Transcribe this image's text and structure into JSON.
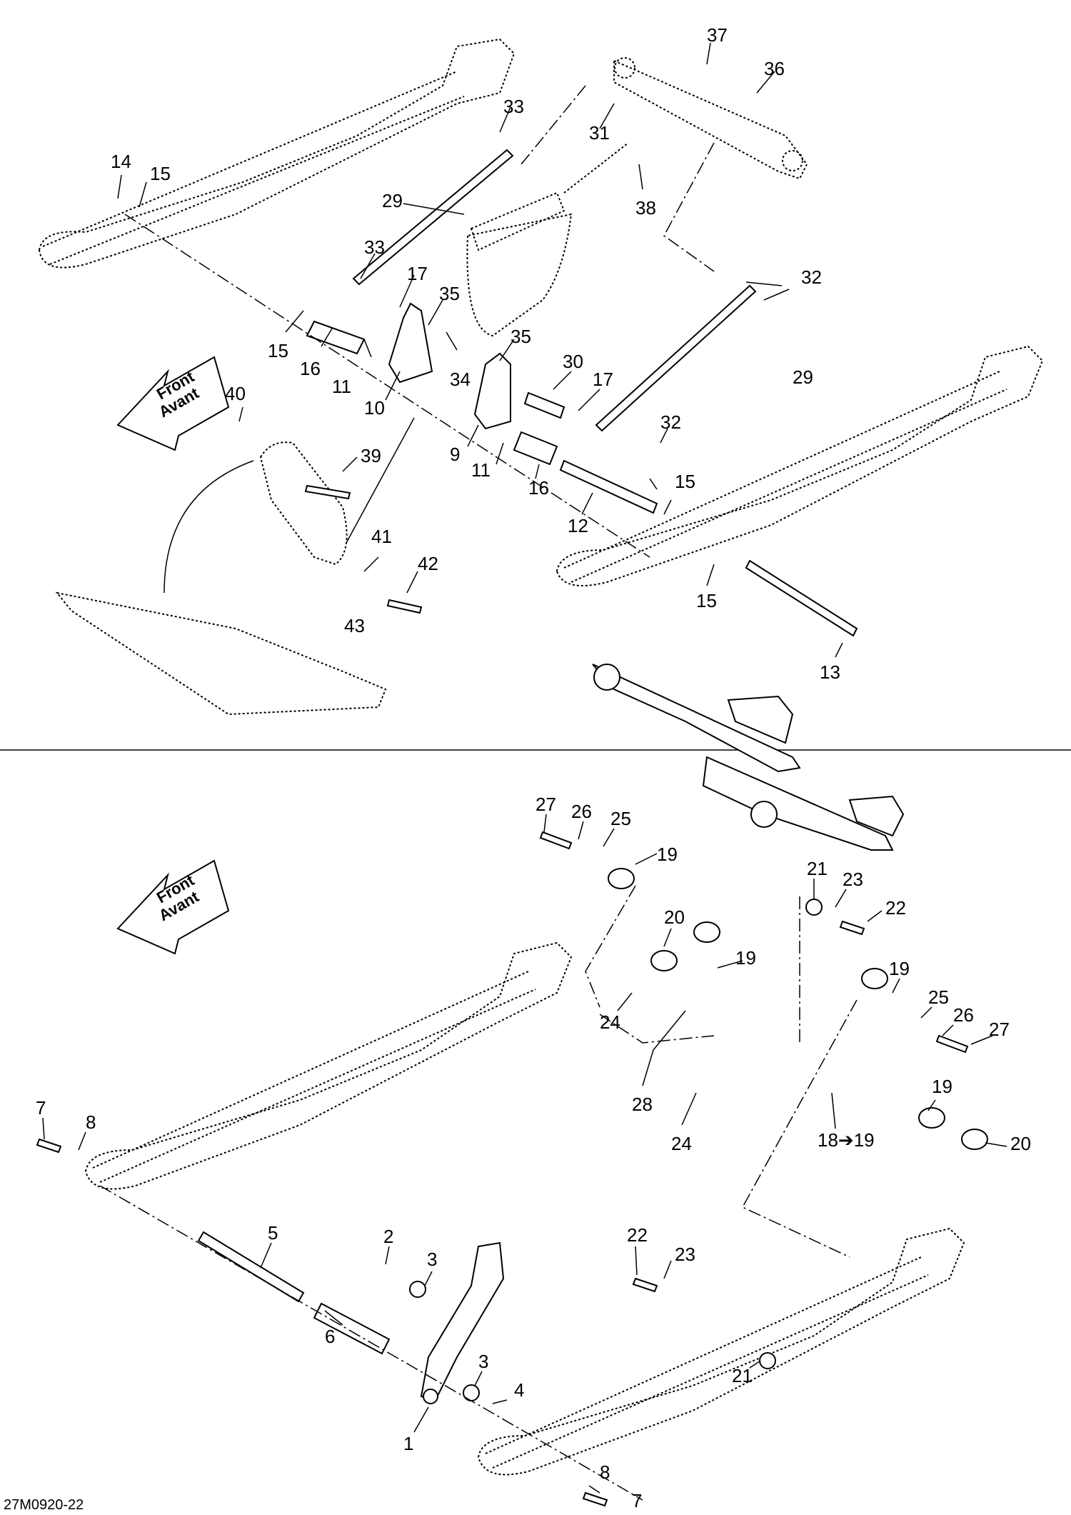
{
  "figure": {
    "reference": "27M0920-22",
    "front_badge_line1": "Front",
    "front_badge_line2": "Avant"
  },
  "callouts_top": [
    "37",
    "36",
    "33",
    "31",
    "38",
    "14",
    "15",
    "29",
    "33",
    "17",
    "35",
    "15",
    "16",
    "11",
    "35",
    "34",
    "10",
    "30",
    "17",
    "32",
    "29",
    "40",
    "39",
    "9",
    "11",
    "16",
    "12",
    "15",
    "32",
    "15",
    "41",
    "42",
    "43",
    "13"
  ],
  "callouts_bottom": [
    "27",
    "26",
    "25",
    "19",
    "21",
    "23",
    "22",
    "20",
    "19",
    "19",
    "25",
    "26",
    "27",
    "24",
    "28",
    "24",
    "18",
    "19",
    "20",
    "7",
    "8",
    "5",
    "2",
    "3",
    "6",
    "3",
    "4",
    "1",
    "22",
    "23",
    "21",
    "8",
    "7"
  ],
  "arrow_label_18": "18➔19"
}
